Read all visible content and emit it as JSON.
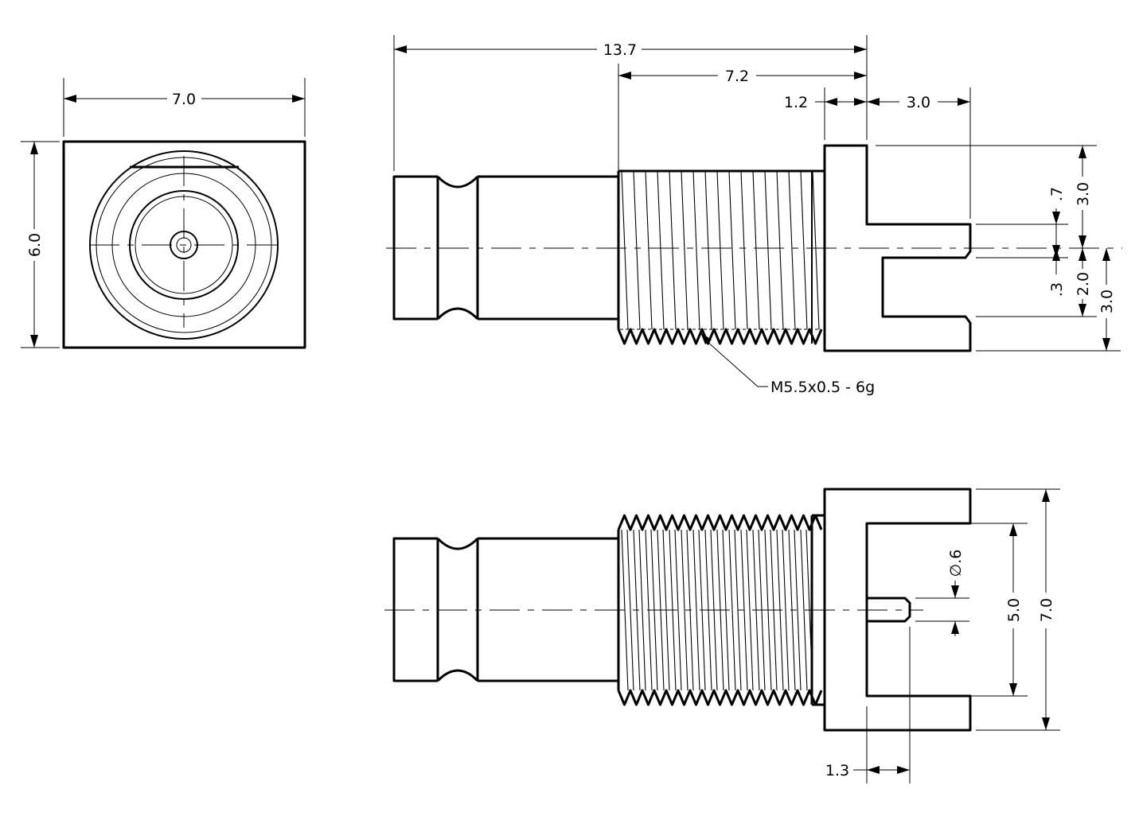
{
  "dimensions": {
    "front_width": "7.0",
    "front_height": "6.0",
    "overall_length": "13.7",
    "thread_length": "7.2",
    "flange_thickness": "1.2",
    "pin_length": "3.0",
    "top_to_slot": "3.0",
    "slot_to_pin": ".7",
    "pin_thickness": ".3",
    "pin_to_bottom": "2.0",
    "axis_to_bottom": "3.0",
    "pin_diameter": "∅.6",
    "inner_width": "5.0",
    "outer_width": "7.0",
    "pin_offset": "1.3"
  },
  "thread_callout": "M5.5x0.5 - 6g"
}
